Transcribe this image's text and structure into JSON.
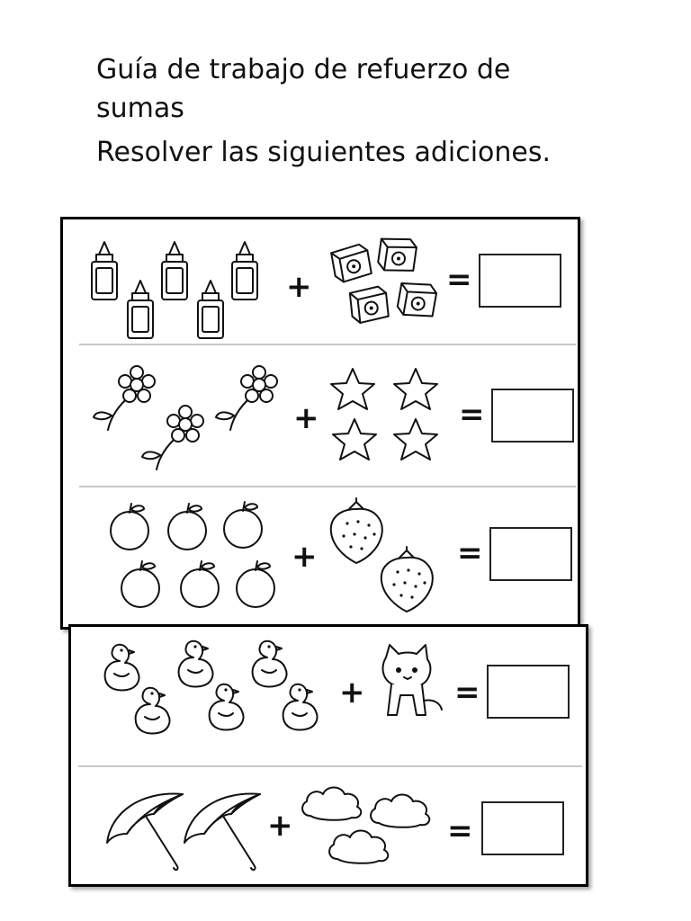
{
  "worksheet": {
    "title": "Guía de trabajo de refuerzo de sumas",
    "instruction": "Resolver las siguientes adiciones."
  },
  "operators": {
    "plus": "+",
    "equals": "="
  },
  "exercises": [
    {
      "left_item": "glue-bottle",
      "left_count": 5,
      "right_item": "pencil-sharpener",
      "right_count": 4,
      "answer": ""
    },
    {
      "left_item": "flower",
      "left_count": 3,
      "right_item": "star",
      "right_count": 4,
      "answer": ""
    },
    {
      "left_item": "apple",
      "left_count": 6,
      "right_item": "strawberry",
      "right_count": 2,
      "answer": ""
    },
    {
      "left_item": "chick",
      "left_count": 6,
      "right_item": "kitten",
      "right_count": 1,
      "answer": ""
    },
    {
      "left_item": "umbrella",
      "left_count": 2,
      "right_item": "cloud",
      "right_count": 3,
      "answer": ""
    }
  ]
}
